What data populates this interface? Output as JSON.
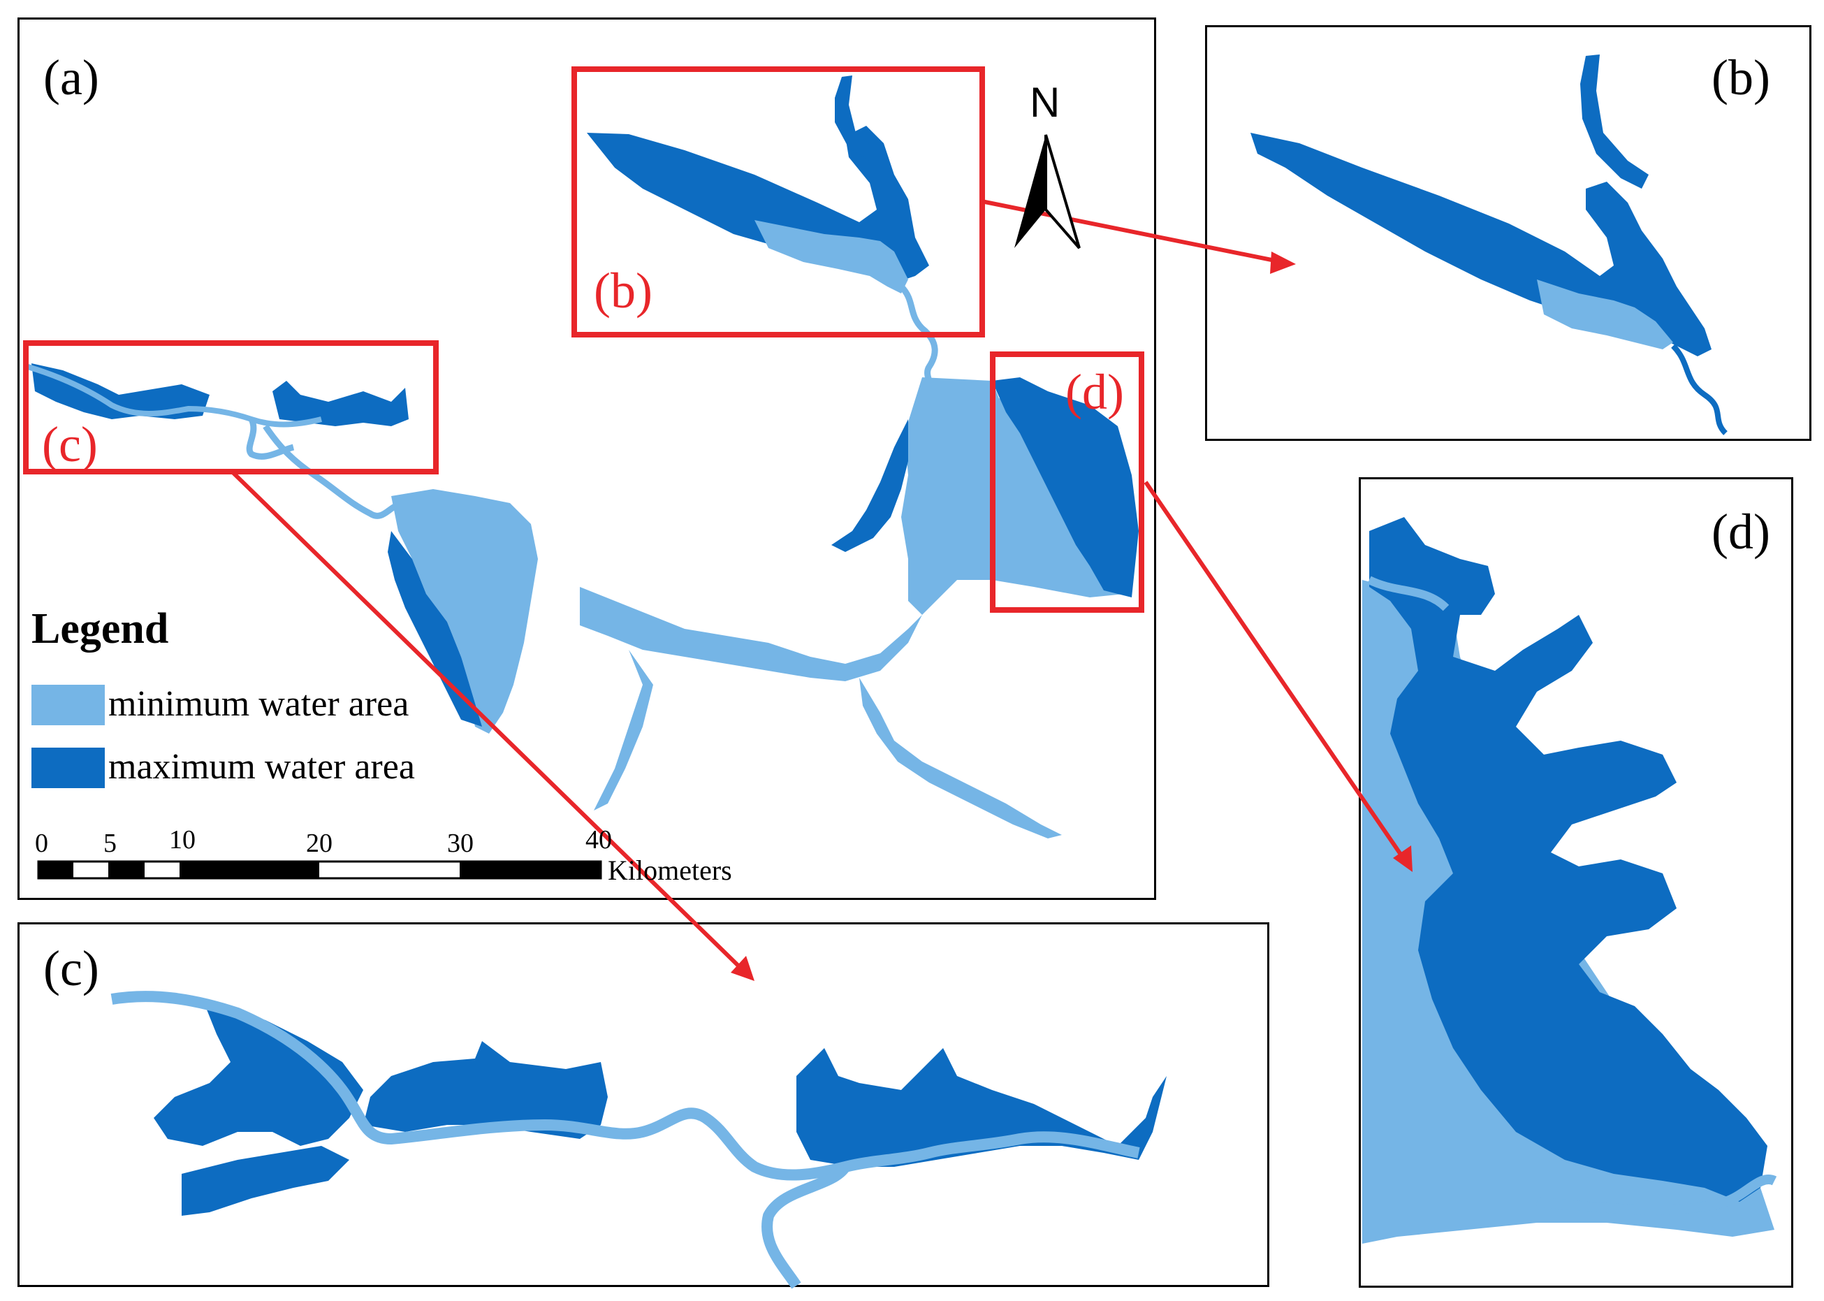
{
  "colors": {
    "minimum_water": "#75b5e6",
    "maximum_water": "#0d6cc1",
    "highlight": "#e8262a",
    "frame": "#000000"
  },
  "panels": {
    "a": {
      "label": "(a)"
    },
    "b": {
      "label": "(b)"
    },
    "c": {
      "label": "(c)"
    },
    "d": {
      "label": "(d)"
    }
  },
  "inset_markers": {
    "b": "(b)",
    "c": "(c)",
    "d": "(d)"
  },
  "north_arrow": {
    "label": "N",
    "icon": "north-arrow-icon"
  },
  "legend": {
    "title": "Legend",
    "items": [
      {
        "label": "minimum water area",
        "color": "#75b5e6"
      },
      {
        "label": "maximum water area",
        "color": "#0d6cc1"
      }
    ]
  },
  "scale_bar": {
    "ticks": [
      "0",
      "5",
      "10",
      "20",
      "30",
      "40"
    ],
    "unit": "Kilometers"
  }
}
